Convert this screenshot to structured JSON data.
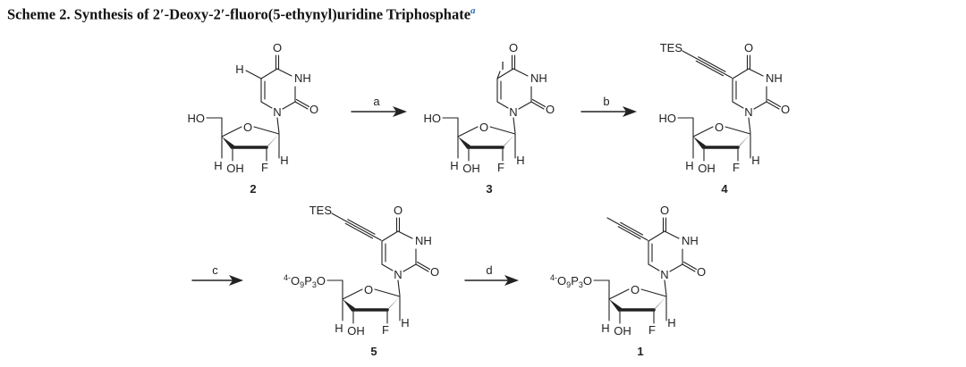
{
  "title": {
    "text": "Scheme 2. Synthesis of 2′-Deoxy-2′-fluoro(5-ethynyl)uridine Triphosphate",
    "footnote_marker": "a",
    "footnote_color": "#2a6ebb"
  },
  "atom_labels": {
    "carbonyl_o": "O",
    "nh": "NH",
    "n": "N",
    "ring_o": "O",
    "h": "H",
    "oh": "OH",
    "f": "F"
  },
  "compounds": [
    {
      "id": "2",
      "substituent": "H",
      "substituent_type": "atom",
      "five_prime": {
        "type": "hydroxyl",
        "text": "HO"
      }
    },
    {
      "id": "3",
      "substituent": "I",
      "substituent_type": "atom",
      "five_prime": {
        "type": "hydroxyl",
        "text": "HO"
      }
    },
    {
      "id": "4",
      "substituent": "TES",
      "substituent_type": "silyl-alkyne",
      "five_prime": {
        "type": "hydroxyl",
        "text": "HO"
      }
    },
    {
      "id": "5",
      "substituent": "TES",
      "substituent_type": "silyl-alkyne",
      "five_prime": {
        "type": "triphosphate",
        "charge": "4-",
        "parts": [
          "O",
          "9",
          "P",
          "3",
          "O"
        ]
      }
    },
    {
      "id": "1",
      "substituent": "",
      "substituent_type": "terminal-alkyne",
      "five_prime": {
        "type": "triphosphate",
        "charge": "4-",
        "parts": [
          "O",
          "9",
          "P",
          "3",
          "O"
        ]
      }
    }
  ],
  "arrows": [
    {
      "label": "a"
    },
    {
      "label": "b"
    },
    {
      "label": "c"
    },
    {
      "label": "d"
    }
  ]
}
